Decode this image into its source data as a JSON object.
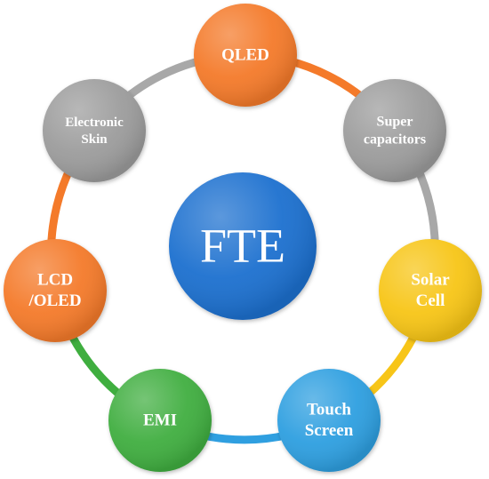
{
  "center": {
    "label": "FTE",
    "color": "#1f6fcf"
  },
  "nodes": [
    {
      "id": "qled",
      "lines": [
        "QLED"
      ],
      "color": "#f47a2a"
    },
    {
      "id": "supercapacitors",
      "lines": [
        "Super",
        "capacitors"
      ],
      "color": "#9c9c9c"
    },
    {
      "id": "solar-cell",
      "lines": [
        "Solar",
        "Cell"
      ],
      "color": "#f7c518"
    },
    {
      "id": "touch-screen",
      "lines": [
        "Touch",
        "Screen"
      ],
      "color": "#2f9fe0"
    },
    {
      "id": "emi",
      "lines": [
        "EMI"
      ],
      "color": "#3fae3f"
    },
    {
      "id": "lcd-oled",
      "lines": [
        "LCD",
        "/OLED"
      ],
      "color": "#f47a2a"
    },
    {
      "id": "electronic-skin",
      "lines": [
        "Electronic",
        "Skin"
      ],
      "color": "#9c9c9c"
    }
  ],
  "ring_segments": [
    {
      "from": "qled",
      "to": "supercapacitors",
      "color": "#f47a2a"
    },
    {
      "from": "supercapacitors",
      "to": "solar-cell",
      "color": "#a8a8a8"
    },
    {
      "from": "solar-cell",
      "to": "touch-screen",
      "color": "#f7c518"
    },
    {
      "from": "touch-screen",
      "to": "emi",
      "color": "#2f9fe0"
    },
    {
      "from": "emi",
      "to": "lcd-oled",
      "color": "#3fae3f"
    },
    {
      "from": "lcd-oled",
      "to": "electronic-skin",
      "color": "#f47a2a"
    },
    {
      "from": "electronic-skin",
      "to": "qled",
      "color": "#a8a8a8"
    }
  ]
}
